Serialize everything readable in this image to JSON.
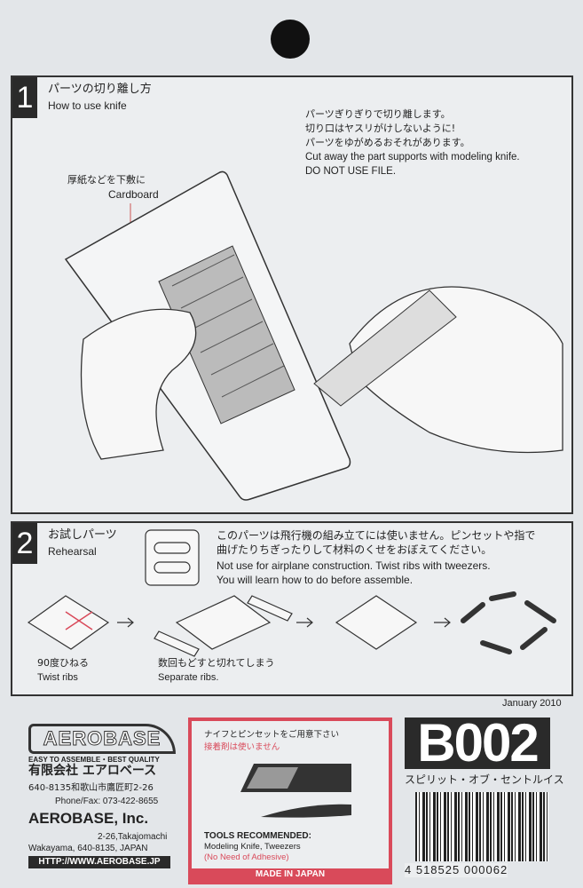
{
  "step1": {
    "number": "1",
    "title_jp": "パーツの切り離し方",
    "title_en": "How to use knife",
    "note_jp": [
      "パーツぎりぎりで切り離します。",
      "切り口はヤスリがけしないように!",
      "パーツをゆがめるおそれがあります。"
    ],
    "note_en": [
      "Cut away the part supports with modeling knife.",
      "DO NOT USE FILE."
    ],
    "cardboard_jp": "厚紙などを下敷に",
    "cardboard_en": "Cardboard"
  },
  "step2": {
    "number": "2",
    "title_jp": "お試しパーツ",
    "title_en": "Rehearsal",
    "note_jp": [
      "このパーツは飛行機の組み立てには使いません。ピンセットや指で",
      "曲げたりちぎったりして材料のくせをおぼえてください。"
    ],
    "note_en": [
      "Not use for airplane construction.  Twist ribs with tweezers.",
      "You will learn how to do before assemble."
    ],
    "twist_jp": "90度ひねる",
    "twist_en": "Twist ribs",
    "separate_jp": "数回もどすと切れてしまう",
    "separate_en": "Separate ribs."
  },
  "footer": {
    "date": "January 2010",
    "logo": "AEROBASE",
    "tagline": "EASY TO ASSEMBLE・BEST QUALITY",
    "company_jp": "有限会社 エアロベース",
    "address_jp": "640-8135和歌山市鷹匠町2-26",
    "phone": "Phone/Fax: 073-422-8655",
    "company_en": "AEROBASE, Inc.",
    "address_en_1": "2-26,Takajomachi",
    "address_en_2": "Wakayama, 640-8135, JAPAN",
    "url": "HTTP://WWW.AEROBASE.JP",
    "tools_jp": "ナイフとピンセットをご用意下さい",
    "adhesive_jp": "接着剤は使いません",
    "tools_title": "TOOLS RECOMMENDED:",
    "tools_list": "Modeling Knife, Tweezers",
    "adhesive_en": "(No Need of Adhesive)",
    "made_in": "MADE IN JAPAN",
    "product_code": "B002",
    "product_name": "スピリット・オブ・セントルイス",
    "barcode": "4 518525 000062"
  },
  "colors": {
    "accent_red": "#d94a5a",
    "dark": "#2a2a2a"
  }
}
